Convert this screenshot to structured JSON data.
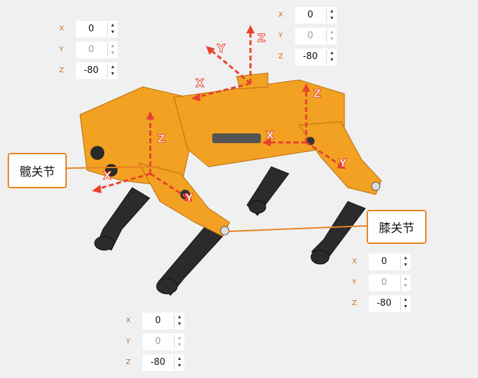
{
  "groups": [
    {
      "x": {
        "label": "X",
        "value": "0"
      },
      "y": {
        "label": "Y",
        "value": "0"
      },
      "z": {
        "label": "Z",
        "value": "-80"
      }
    },
    {
      "x": {
        "label": "X",
        "value": "0"
      },
      "y": {
        "label": "Y",
        "value": "0"
      },
      "z": {
        "label": "Z",
        "value": "-80"
      }
    },
    {
      "x": {
        "label": "X",
        "value": "0"
      },
      "y": {
        "label": "Y",
        "value": "0"
      },
      "z": {
        "label": "Z",
        "value": "-80"
      }
    },
    {
      "x": {
        "label": "X",
        "value": "0"
      },
      "y": {
        "label": "Y",
        "value": "0"
      },
      "z": {
        "label": "Z",
        "value": "-80"
      }
    }
  ],
  "callouts": {
    "hip": "髋关节",
    "knee": "膝关节"
  },
  "axis_labels": {
    "x": "X",
    "y": "Y",
    "z": "Z"
  },
  "colors": {
    "robot": "#f2a122",
    "arrows": "#e8422e",
    "leg": "#2b2b2b",
    "callout_border": "#e8821e"
  }
}
